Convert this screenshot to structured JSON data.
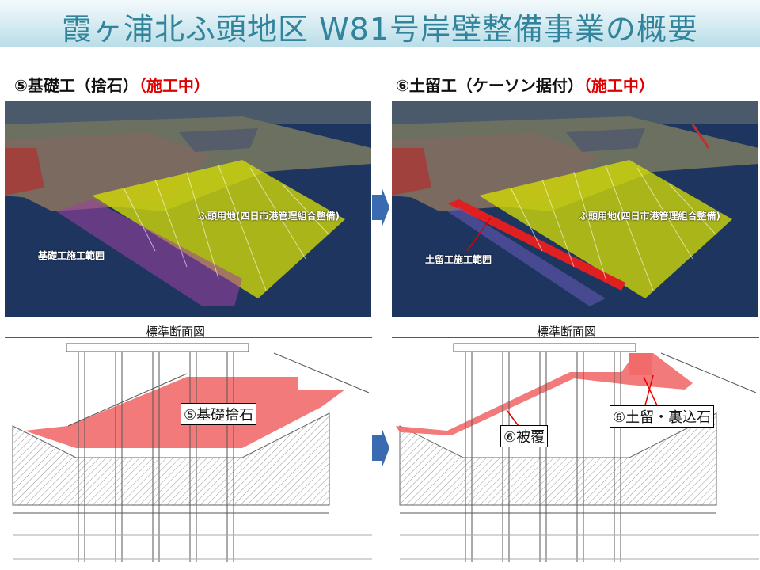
{
  "title": "霞ヶ浦北ふ頭地区 W81号岸壁整備事業の概要",
  "left": {
    "step": "⑤基礎工（捨石）",
    "status": "（施工中）",
    "photo_labels": {
      "land": "ふ頭用地(四日市港管理組合整備)",
      "area": "基礎工施工範囲"
    },
    "section_title": "標準断面図",
    "callouts": [
      "⑤基礎捨石"
    ]
  },
  "right": {
    "step": "⑥土留工（ケーソン据付）",
    "status": "（施工中）",
    "photo_labels": {
      "land": "ふ頭用地(四日市港管理組合整備)",
      "area": "土留工施工範囲"
    },
    "section_title": "標準断面図",
    "callouts": [
      "⑥土留・裏込石",
      "⑥被覆"
    ]
  },
  "colors": {
    "title": "#31849b",
    "status": "#e00000",
    "highlight": "#f26b6b",
    "arrow": "#3a6ab0"
  }
}
